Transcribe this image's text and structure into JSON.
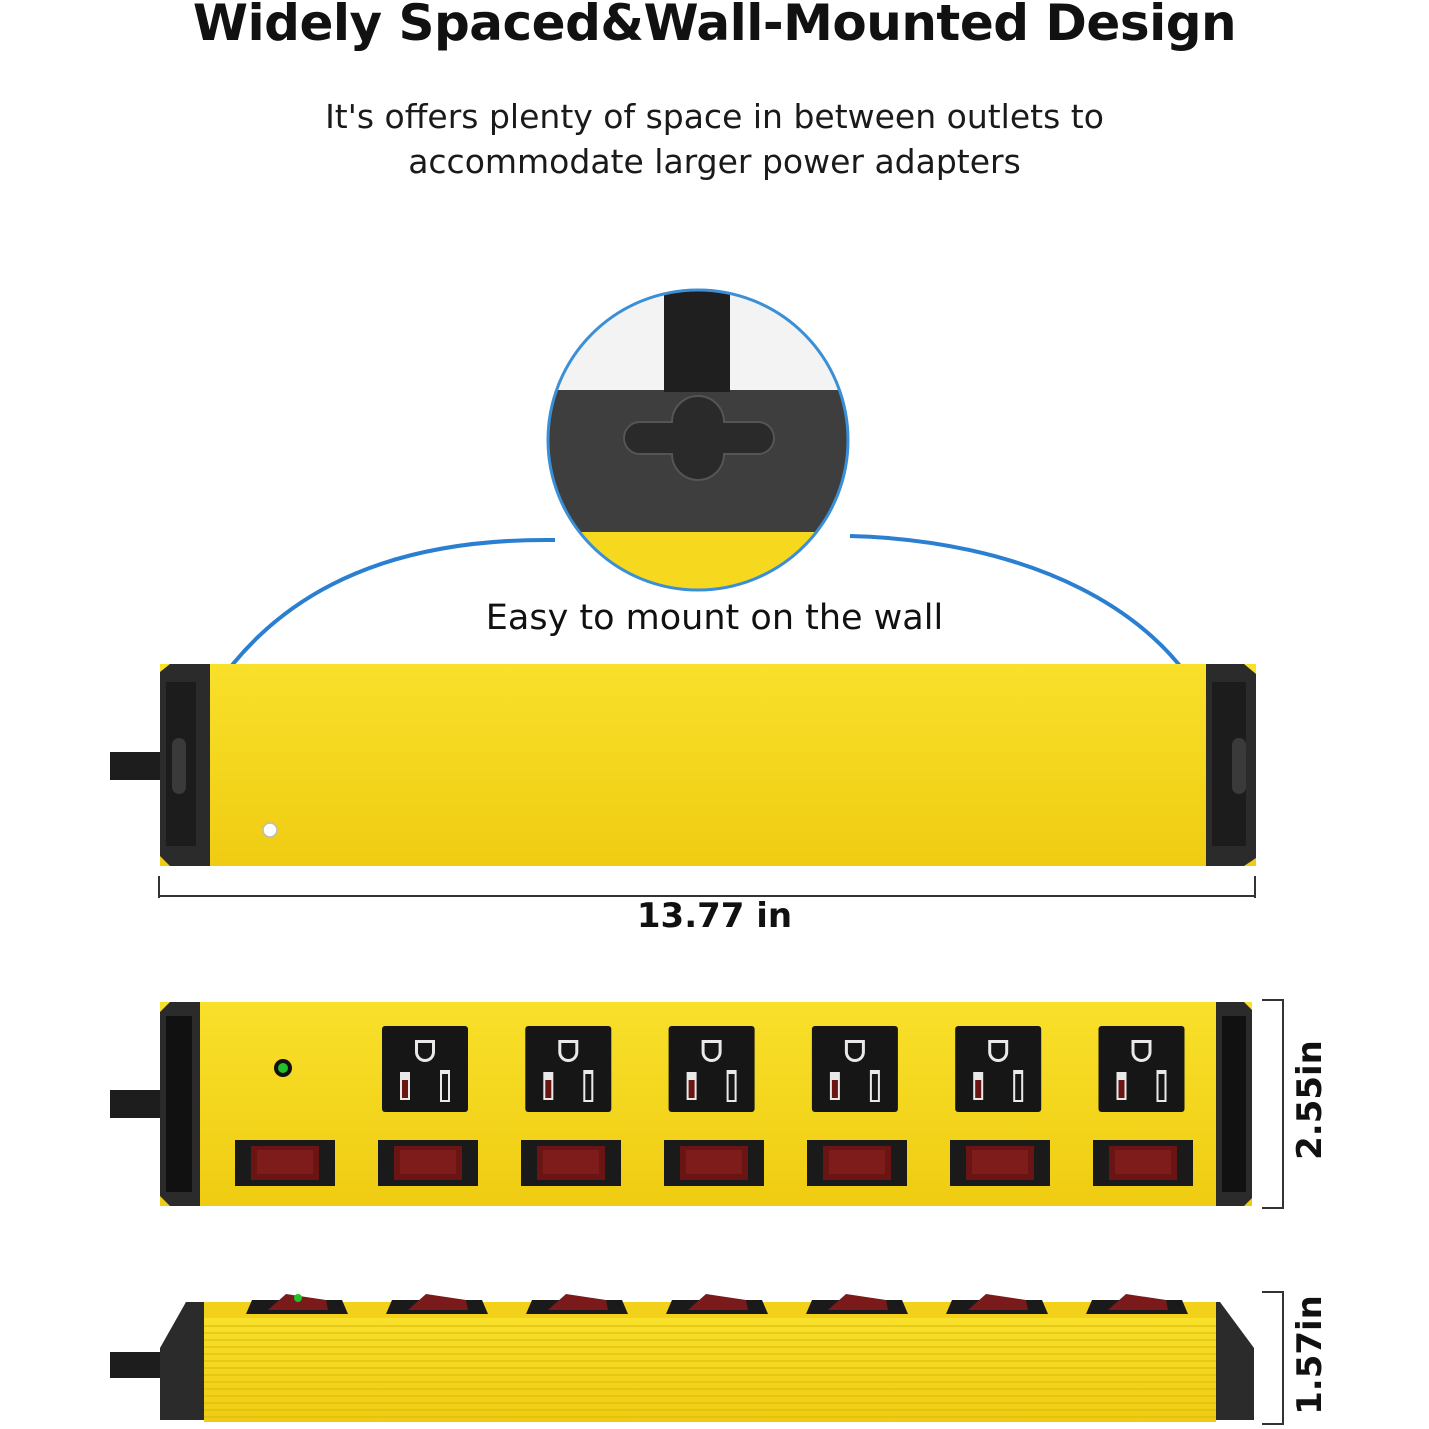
{
  "header": {
    "title": "Widely Spaced&Wall-Mounted Design",
    "subtitle_line1": "It's offers plenty of space in between outlets to",
    "subtitle_line2": "accommodate larger power adapters"
  },
  "callout": {
    "label": "Easy to mount on the wall"
  },
  "dimensions": {
    "length": "13.77  in",
    "height": "2.55in",
    "depth": "1.57in"
  },
  "product": {
    "outlet_count": 6,
    "switch_count": 7,
    "colors": {
      "body": "#f6d81f",
      "body_shade": "#e9c714",
      "end_cap": "#2a2a2a",
      "accent_arrow": "#2a7fd0",
      "switch": "#6b1414",
      "indicator": "#22c02a"
    }
  }
}
